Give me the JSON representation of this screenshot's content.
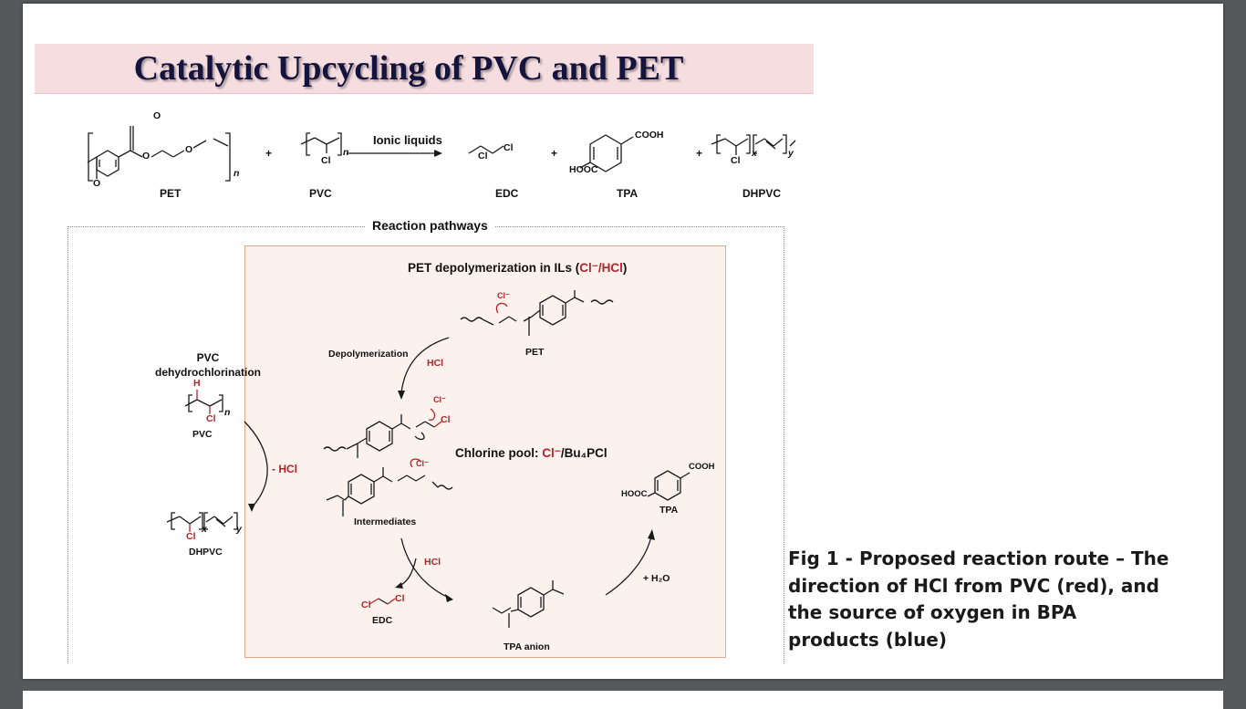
{
  "slide": {
    "title": "Catalytic Upcycling of PVC and PET",
    "caption": "Fig 1 - Proposed reaction route – The direction of HCl from PVC (red), and the source of oxygen in BPA products (blue)"
  },
  "overall_reaction": {
    "reactant_pet": "PET",
    "reactant_pvc": "PVC",
    "arrow_label": "Ionic liquids",
    "product_edc": "EDC",
    "product_tpa": "TPA",
    "product_dhpvc": "DHPVC",
    "plus": "+",
    "atom_o": "O",
    "atom_cl": "Cl",
    "sub_n": "n",
    "sub_x": "x",
    "sub_y": "y",
    "cooh": "COOH",
    "hooc": "HOOC"
  },
  "pathways": {
    "frame_title": "Reaction pathways",
    "pet_box_title_pre": "PET depolymerization in ILs (",
    "pet_box_title_red": "Cl⁻/HCl",
    "pet_box_title_post": ")",
    "pvc_title": "PVC dehydrochlorination",
    "pvc_label": "PVC",
    "atom_h": "H",
    "minus_hcl": "- HCl",
    "dhpvc_label": "DHPVC",
    "depolymerization": "Depolymerization",
    "hcl": "HCl",
    "cl_minus": "Cl⁻",
    "pet_label": "PET",
    "chlorine_pool_pre": "Chlorine pool: ",
    "chlorine_pool_red": "Cl⁻",
    "chlorine_pool_post": "/Bu₄PCl",
    "intermediates": "Intermediates",
    "edc_label": "EDC",
    "tpa_anion": "TPA anion",
    "tpa_label": "TPA",
    "plus_h2o": "+ H₂O"
  }
}
